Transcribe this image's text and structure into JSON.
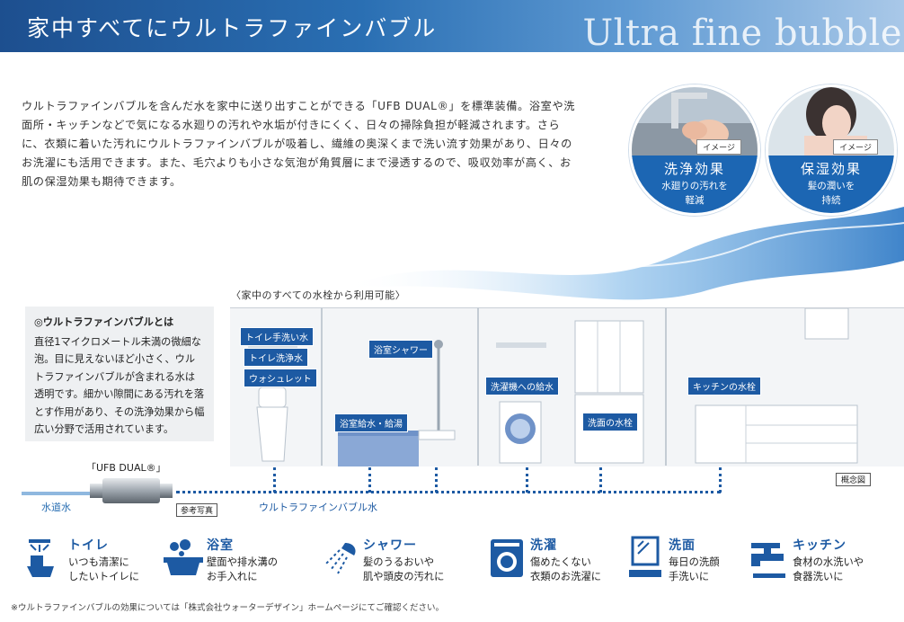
{
  "header": {
    "title": "家中すべてにウルトラファインバブル",
    "english": "Ultra fine bubble"
  },
  "intro": "ウルトラファインバブルを含んだ水を家中に送り出すことができる「UFB DUAL®」を標準装備。浴室や洗面所・キッチンなどで気になる水廻りの汚れや水垢が付きにくく、日々の掃除負担が軽減されます。さらに、衣類に着いた汚れにウルトラファインバブルが吸着し、繊維の奥深くまで洗い流す効果があり、日々のお洗濯にも活用できます。また、毛穴よりも小さな気泡が角質層にまで浸透するので、吸収効率が高く、お肌の保湿効果も期待できます。",
  "effects": [
    {
      "tag": "イメージ",
      "title": "洗浄効果",
      "line1": "水廻りの汚れを",
      "line2": "軽減"
    },
    {
      "tag": "イメージ",
      "title": "保湿効果",
      "line1": "髪の潤いを",
      "line2": "持続"
    }
  ],
  "scene": {
    "note": "〈家中のすべての水栓から利用可能〉",
    "labels": {
      "toilet_hand": "トイレ手洗い水",
      "toilet_wash": "トイレ洗浄水",
      "washlet": "ウォシュレット",
      "shower": "浴室シャワー",
      "bath": "浴室給水・給湯",
      "laundry": "洗濯機への給水",
      "vanity": "洗面の水栓",
      "kitchen": "キッチンの水栓"
    },
    "concept": "概念図"
  },
  "sidebox": {
    "title": "◎ウルトラファインバブルとは",
    "text": "直径1マイクロメートル未満の微細な泡。目に見えないほど小さく、ウルトラファインバブルが含まれる水は透明です。細かい隙間にある汚れを落とす作用があり、その洗浄効果から幅広い分野で活用されています。"
  },
  "device": {
    "label": "「UFB DUAL®」",
    "ref": "参考写真",
    "water": "水道水",
    "ufb_water": "ウルトラファインバブル水"
  },
  "features": [
    {
      "icon": "toilet-icon",
      "title": "トイレ",
      "l1": "いつも清潔に",
      "l2": "したいトイレに"
    },
    {
      "icon": "bathtub-icon",
      "title": "浴室",
      "l1": "壁面や排水溝の",
      "l2": "お手入れに"
    },
    {
      "icon": "shower-icon",
      "title": "シャワー",
      "l1": "髪のうるおいや",
      "l2": "肌や頭皮の汚れに"
    },
    {
      "icon": "washing-machine-icon",
      "title": "洗濯",
      "l1": "傷めたくない",
      "l2": "衣類のお洗濯に"
    },
    {
      "icon": "mirror-sink-icon",
      "title": "洗面",
      "l1": "毎日の洗顔",
      "l2": "手洗いに"
    },
    {
      "icon": "faucet-icon",
      "title": "キッチン",
      "l1": "食材の水洗いや",
      "l2": "食器洗いに"
    }
  ],
  "footnote": "※ウルトラファインバブルの効果については「株式会社ウォーターデザイン」ホームページにてご確認ください。",
  "colors": {
    "accent": "#1d5aa3",
    "header": "#1d4f8f"
  }
}
